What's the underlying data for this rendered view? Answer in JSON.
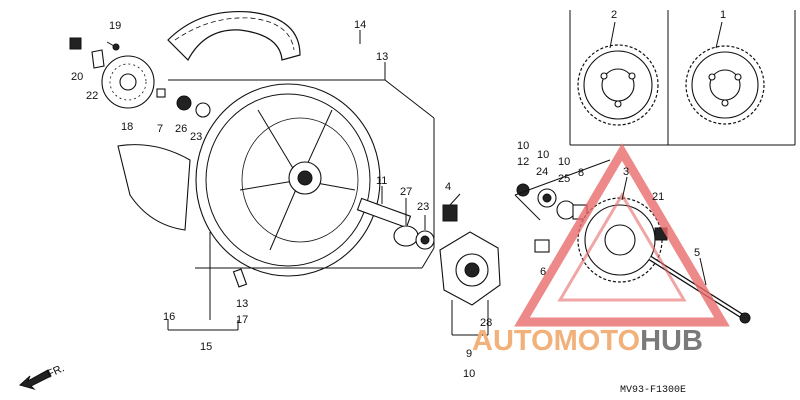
{
  "labels": {
    "l1": "1",
    "l2": "2",
    "l3": "3",
    "l4": "4",
    "l5": "5",
    "l6": "6",
    "l7": "7",
    "l8": "8",
    "l9": "9",
    "l10a": "10",
    "l10b": "10",
    "l10c": "10",
    "l10d": "10",
    "l11": "11",
    "l12": "12",
    "l13a": "13",
    "l13b": "13",
    "l14": "14",
    "l15": "15",
    "l16": "16",
    "l17": "17",
    "l18": "18",
    "l19": "19",
    "l20": "20",
    "l21": "21",
    "l22": "22",
    "l23a": "23",
    "l23b": "23",
    "l24": "24",
    "l25": "25",
    "l26": "26",
    "l27": "27",
    "l28": "28"
  },
  "direction_label": "FR.",
  "drawing_code": "MV93-F1300E",
  "watermark": {
    "brand_part1": "AUTOMOTO",
    "brand_part2": "HUB",
    "color_red": "#e86b6b",
    "color_orange": "#f2b17a",
    "color_gray": "#7a7a7a"
  }
}
